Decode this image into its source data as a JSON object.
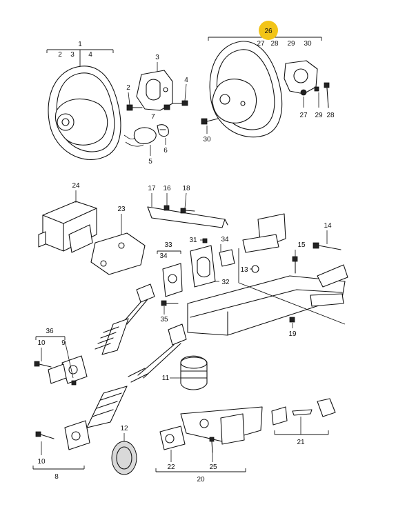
{
  "highlight": {
    "label": "26",
    "color": "#f2c418"
  },
  "labels": {
    "p1": "1",
    "p2a": "2",
    "p3a": "3",
    "p4a": "4",
    "p2b": "2",
    "p3b": "3",
    "p4b": "4",
    "p5": "5",
    "p6": "6",
    "p7": "7",
    "p27a": "27",
    "p28a": "28",
    "p29a": "29",
    "p30a": "30",
    "p27b": "27",
    "p29b": "29",
    "p28b": "28",
    "p30b": "30",
    "p24": "24",
    "p23": "23",
    "p17": "17",
    "p16": "16",
    "p18": "18",
    "p14": "14",
    "p15": "15",
    "p13": "13",
    "p19": "19",
    "p31": "31",
    "p33": "33",
    "p34a": "34",
    "p34b": "34",
    "p32": "32",
    "p35": "35",
    "p36": "36",
    "p10a": "10",
    "p9": "9",
    "p10b": "10",
    "p8": "8",
    "p11": "11",
    "p12": "12",
    "p22": "22",
    "p25": "25",
    "p20": "20",
    "p21": "21"
  }
}
